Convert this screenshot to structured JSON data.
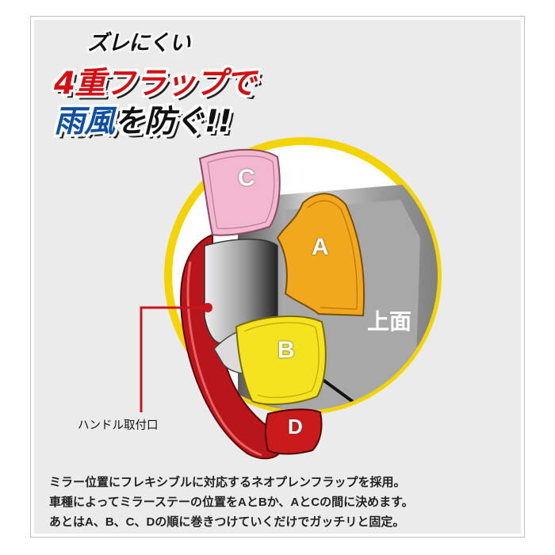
{
  "headline": {
    "line1": "ズレにくい",
    "line2": "4重フラップで",
    "line3_em": "雨風",
    "line3_rest": "を防ぐ!!"
  },
  "flaps": {
    "a": "A",
    "b": "B",
    "c": "C",
    "d": "D"
  },
  "labels": {
    "top_surface": "上面",
    "handle_mount": "ハンドル取付口"
  },
  "description": [
    "ミラー位置にフレキシブルに対応するネオプレンフラップを採用。",
    "車種によってミラーステーの位置をAとBか、AとCの間に決めます。",
    "あとはA、B、C、Dの順に巻きつけていくだけでガッチリと固定。"
  ],
  "colors": {
    "headline_red": "#d40f14",
    "headline_blue": "#0e4fa3",
    "ring_yellow": "#f3d400",
    "flap_a": "#f2a81c",
    "flap_b": "#f4e31e",
    "flap_c": "#f2b8cf",
    "flap_d": "#c91b1b",
    "body_red": "#b8161c"
  }
}
